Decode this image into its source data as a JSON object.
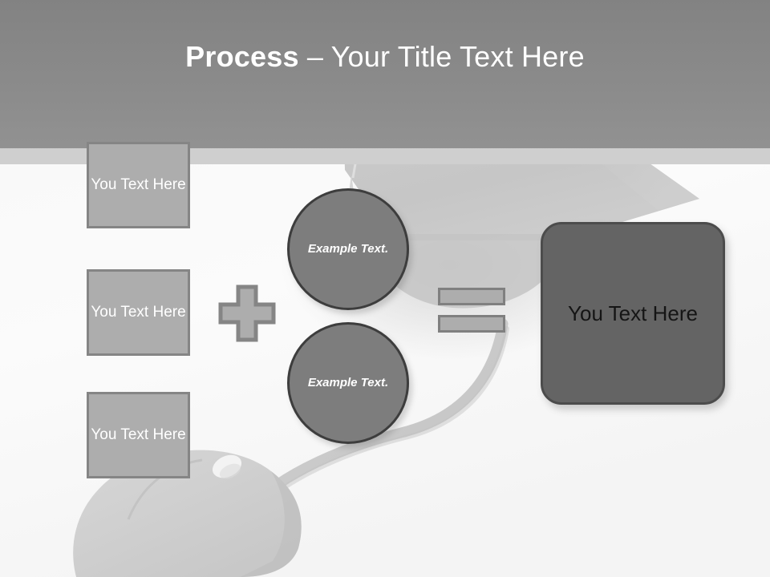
{
  "slide": {
    "title_strong": "Process",
    "title_rest": " – Your Title Text Here",
    "theme": {
      "header_top": "#6b6b6b",
      "header_bottom": "#a3a3a3",
      "box_fill": "#adadad",
      "box_border": "#858585",
      "circle_fill": "#7d7d7d",
      "circle_border": "#3d3d3d",
      "result_fill": "#646464",
      "result_border": "#4c4c4c",
      "background": "#fbfbfb",
      "accent_band": "#cfcfcf"
    }
  },
  "inputs": [
    {
      "label": "You Text Here"
    },
    {
      "label": "You Text Here"
    },
    {
      "label": "You Text Here"
    }
  ],
  "operators": {
    "plus": "+",
    "equals": "="
  },
  "circles": [
    {
      "label": "Example Text."
    },
    {
      "label": "Example Text."
    }
  ],
  "result": {
    "label": "You Text Here"
  },
  "background_art": {
    "mortarboard": "graduation-cap",
    "mouse": "computer-mouse",
    "cable": "mouse-cable"
  }
}
